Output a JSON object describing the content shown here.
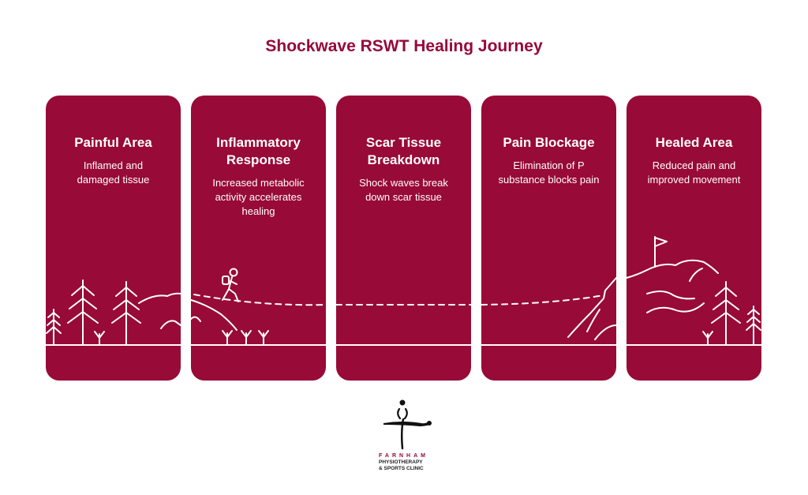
{
  "title": "Shockwave RSWT Healing Journey",
  "stages": [
    {
      "heading": "Painful Area",
      "description": "Inflamed and damaged tissue"
    },
    {
      "heading": "Inflammatory Response",
      "description": "Increased metabolic activity accelerates healing"
    },
    {
      "heading": "Scar Tissue Breakdown",
      "description": "Shock waves break down scar tissue"
    },
    {
      "heading": "Pain Blockage",
      "description": "Elimination of P substance blocks pain"
    },
    {
      "heading": "Healed Area",
      "description": "Reduced pain and improved movement"
    }
  ],
  "logo": {
    "line1": "FARNHAM",
    "line2": "PHYSIOTHERAPY",
    "line3": "& SPORTS CLINIC"
  },
  "colors": {
    "accent": "#980a38",
    "text_on_card": "#ffffff"
  }
}
